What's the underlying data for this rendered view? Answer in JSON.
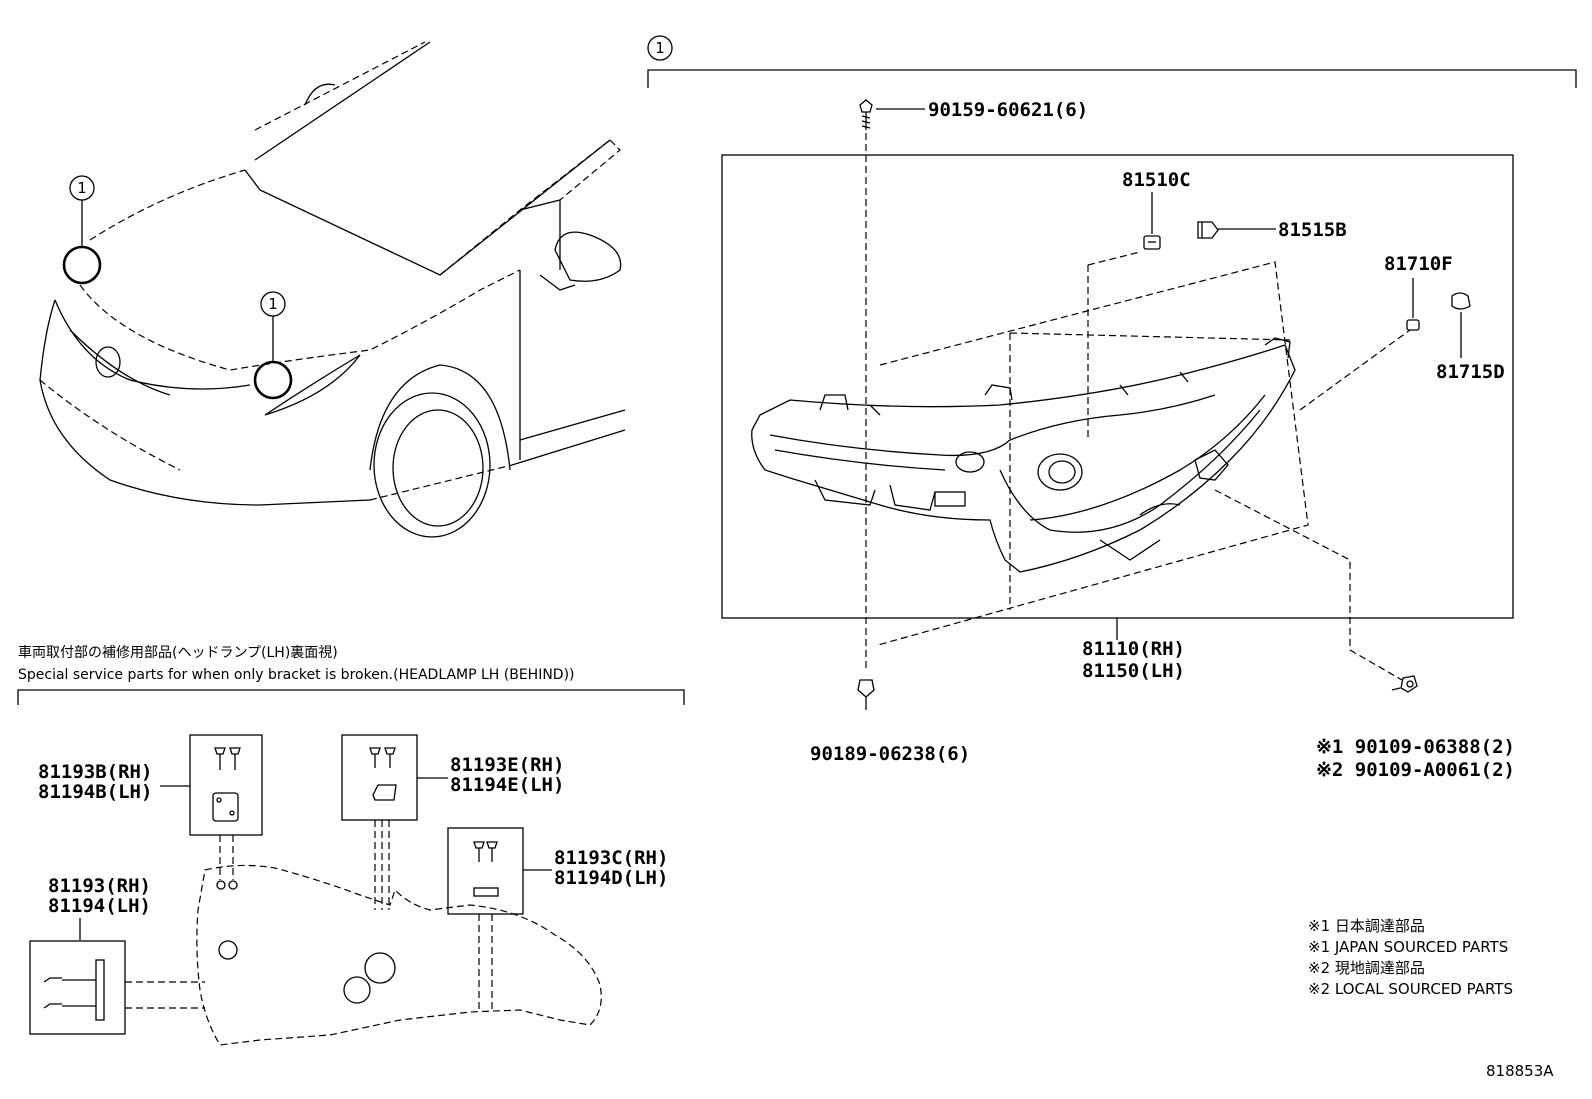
{
  "diagram": {
    "callout_marker": "1",
    "main_parts": {
      "screw_top": "90159-60621(6)",
      "socket_a": "81510C",
      "bulb_a": "81515B",
      "socket_b": "81710F",
      "bulb_b": "81715D",
      "headlamp_rh": "81110(RH)",
      "headlamp_lh": "81150(LH)",
      "clip_bottom": "90189-06238(6)",
      "bolt_note_1": "※1 90109-06388(2)",
      "bolt_note_2": "※2 90109-A0061(2)"
    },
    "service_section": {
      "title_jp": "車両取付部の補修用部品(ヘッドランプ(LH)裏面視)",
      "title_en": "Special service parts for when only bracket is broken.(HEADLAMP LH (BEHIND))",
      "kit_b_rh": "81193B(RH)",
      "kit_b_lh": "81194B(LH)",
      "kit_e_rh": "81193E(RH)",
      "kit_e_lh": "81194E(LH)",
      "kit_c_rh": "81193C(RH)",
      "kit_d_lh": "81194D(LH)",
      "kit_rh": "81193(RH)",
      "kit_lh": "81194(LH)"
    },
    "legend": {
      "l1_jp": "※1 日本調達部品",
      "l1_en": "※1 JAPAN SOURCED PARTS",
      "l2_jp": "※2 現地調達部品",
      "l2_en": "※2 LOCAL SOURCED PARTS"
    },
    "figure_id": "818853A"
  }
}
